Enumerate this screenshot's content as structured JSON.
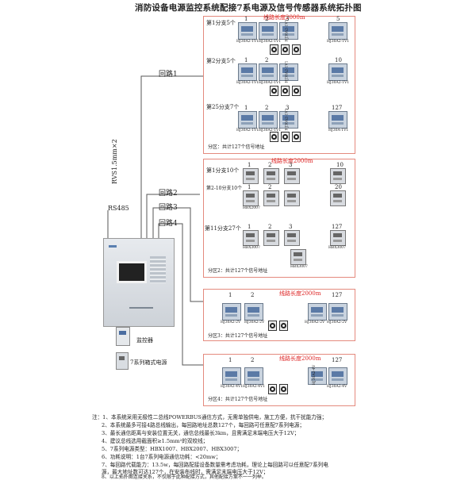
{
  "title": "消防设备电源监控系统配接7系电源及信号传感器系统拓扑图",
  "cable_label": "RVS1.5mm×2",
  "rs485_label": "RS485",
  "loops": [
    "回路1",
    "回路2",
    "回路3",
    "回路4"
  ],
  "zone1": {
    "length": "线路长度2000m",
    "branches": [
      "第1分支5个",
      "第2分支5个",
      "第25分支7个"
    ],
    "numbers": [
      "1",
      "2",
      "3",
      "5",
      "1",
      "2",
      "10",
      "1",
      "2",
      "3",
      "127"
    ],
    "models": [
      "HJ30A2-1V1",
      "HJ30A2-1V1",
      "HJ30A2-1V1",
      "HJ30A2-1V1",
      "HJ30A2-1V1",
      "HJ30A2-1V1",
      "HJ30A2-1V1",
      "HJ30A2-1V1",
      "HJ30A2-1V1",
      "HJ30A2-1V1",
      "HJ30A2-1V1",
      "HJ30A-1V1"
    ],
    "footer": "分区：共计127个信号地址"
  },
  "zone2": {
    "length": "线路长度2000m",
    "branches": [
      "第1分支10个",
      "第2-10分支10个",
      "第11分支27个"
    ],
    "numbers": [
      "1",
      "2",
      "3",
      "10",
      "1",
      "2",
      "20",
      "1",
      "2",
      "3",
      "127"
    ],
    "models": [
      "HBX2007",
      "HBX3007",
      "HBX3007",
      "HBX3007"
    ],
    "footer": "分区2：共计127个信号地址"
  },
  "zone3": {
    "length": "线路长度2000m",
    "numbers": [
      "1",
      "2",
      "127"
    ],
    "models": [
      "HJ30A2-2V",
      "HJ30A2-2V",
      "HJ30A2-2V",
      "HJ30A2-2V"
    ],
    "footer": "分区3：共计127个信号地址"
  },
  "zone4": {
    "length": "线路长度2000m",
    "numbers": [
      "1",
      "2",
      "127"
    ],
    "models": [
      "HJ30A2-4V1",
      "HJ30A2-4V1",
      "HJ30A2-4V",
      "HJ30A2-4V"
    ],
    "footer": "分区4：共计127个信号地址"
  },
  "legend": {
    "monitor": "监控器",
    "power_supply": "7系列箱式电源"
  },
  "notes": [
    "注：1、本系统采用无极性二总线POWERBUS通信方式，无需单独供电，施工方便，抗干扰能力强；",
    "2、本系统最多可接4路总线输出，每回路地址总数127个，每回路可任意配7系列电源；",
    "3、最长通信距离与安装位置无关，通信总线最长3km，且需满足末端电压大于12V；",
    "4、建议总线选用截面积≥1.5mm²的双绞线；",
    "5、7系列电源类型：HBX1007、HBX2007、HBX3007；",
    "6、功耗说明：1台7系列电源通信功耗：<20mw；",
    "7、每回路代载能力：13.5w，每回路配接设备数量需考虑功耗，理论上每回路可以任意配7系列电",
    "源，最大地址数可达127个，在安装布线时，需满足末端电压大于12V；",
    "8、以上拓扑图连接关系，不仅限于此种配接方式，其他配接方案不一一列举。"
  ]
}
